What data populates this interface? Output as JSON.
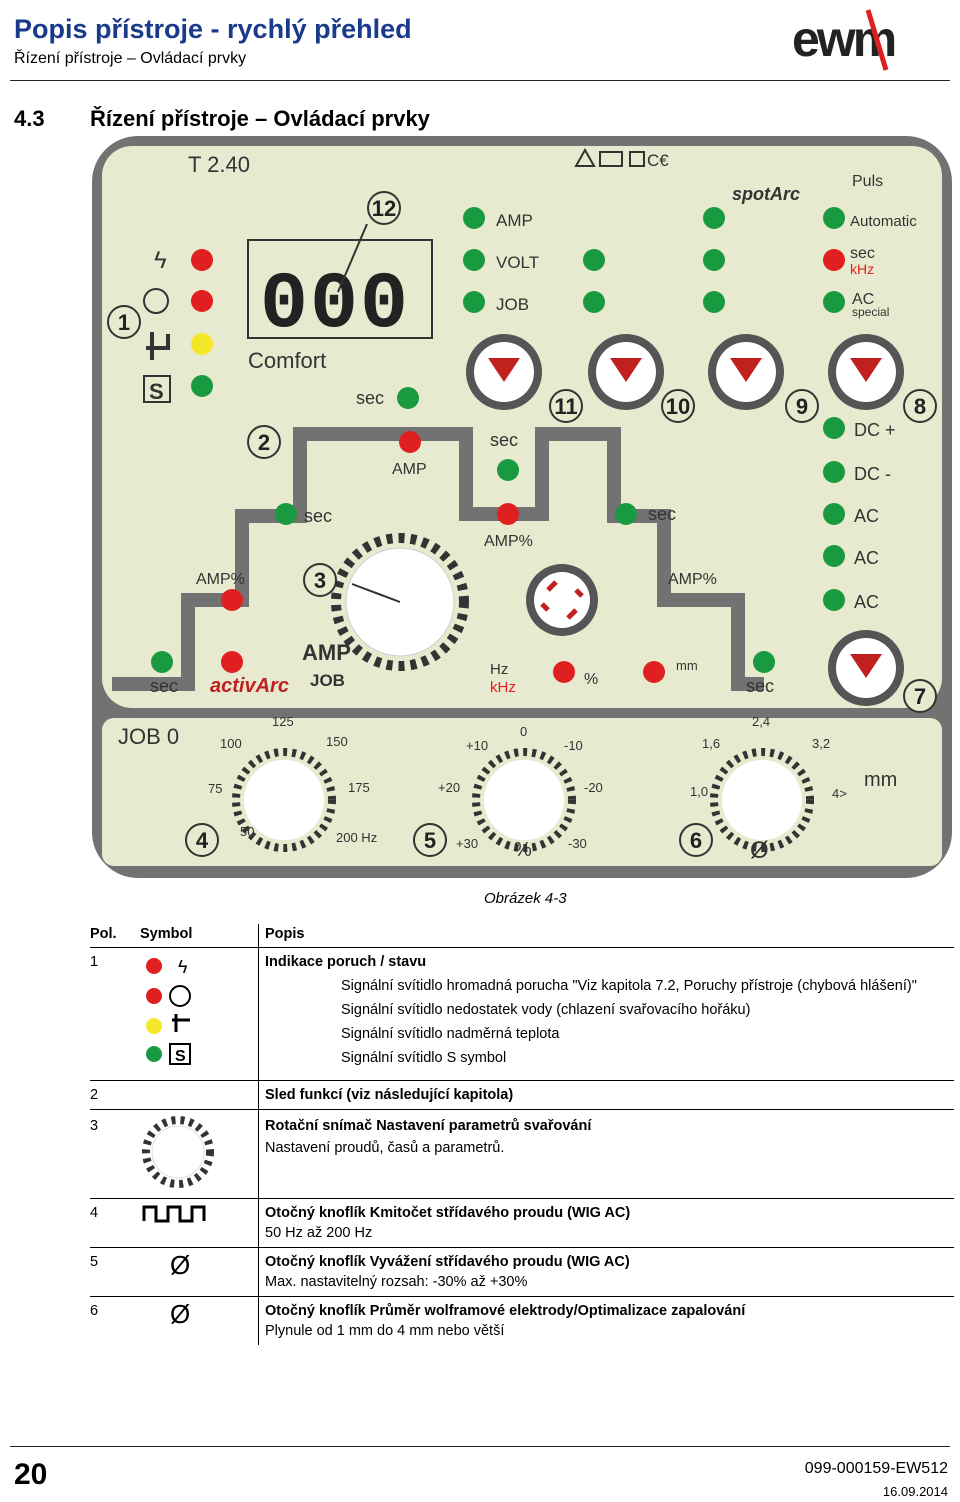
{
  "header": {
    "title": "Popis přístroje - rychlý přehled",
    "subtitle": "Řízení přístroje – Ovládací prvky",
    "logo_text": "ewm"
  },
  "section": {
    "number": "4.3",
    "title": "Řízení přístroje – Ovládací prvky"
  },
  "panel": {
    "model": "T 2.40",
    "display_digits": "000",
    "comfort": "Comfort",
    "callouts": [
      "1",
      "2",
      "3",
      "4",
      "5",
      "6",
      "7",
      "8",
      "9",
      "10",
      "11",
      "12"
    ],
    "labels": {
      "amp": "AMP",
      "volt": "VOLT",
      "job": "JOB",
      "sec": "sec",
      "amp_pct": "AMP%",
      "spotarc": "spotArc",
      "puls": "Puls",
      "automatic": "Automatic",
      "khz": "kHz",
      "ac": "AC",
      "special": "special",
      "dc_plus": "DC +",
      "dc_minus": "DC -",
      "activarc": "activArc",
      "hz": "Hz",
      "pct": "%",
      "mm": "mm",
      "job0": "JOB 0",
      "hz200": "200 Hz",
      "diameter": "Ø",
      "four_gt": "4>"
    },
    "knob4_scale": [
      "50",
      "75",
      "100",
      "125",
      "150",
      "175"
    ],
    "knob5_scale": [
      "+30",
      "+20",
      "+10",
      "0",
      "-10",
      "-20",
      "-30"
    ],
    "knob6_scale": [
      "1,0",
      "1,6",
      "2,4",
      "3,2"
    ],
    "panel_colors": {
      "bg": "#e8ead0",
      "frame": "#6e6e6e",
      "red": "#e02020",
      "green": "#1a9a40",
      "yellow": "#f5e628"
    }
  },
  "caption": "Obrázek 4-3",
  "legend": {
    "headers": {
      "pos": "Pol.",
      "symbol": "Symbol",
      "desc": "Popis"
    },
    "rows": [
      {
        "pos": "1",
        "title": "Indikace poruch / stavu",
        "items": [
          "Signální svítidlo hromadná porucha \"Viz kapitola 7.2, Poruchy přístroje (chybová hlášení)\"",
          "Signální svítidlo nedostatek vody (chlazení svařovacího hořáku)",
          "Signální svítidlo nadměrná teplota",
          "Signální svítidlo S symbol"
        ]
      },
      {
        "pos": "2",
        "title": "Sled funkcí (viz následující kapitola)"
      },
      {
        "pos": "3",
        "title": "Rotační snímač Nastavení parametrů svařování",
        "text": "Nastavení proudů, časů a parametrů."
      },
      {
        "pos": "4",
        "title": "Otočný knoflík Kmitočet střídavého proudu (WIG AC)",
        "text": "50 Hz až 200 Hz"
      },
      {
        "pos": "5",
        "title": "Otočný knoflík Vyvážení střídavého proudu (WIG AC)",
        "text": "Max. nastavitelný rozsah: -30% až +30%"
      },
      {
        "pos": "6",
        "title": "Otočný knoflík Průměr wolframové elektrody/Optimalizace zapalování",
        "text": "Plynule od 1 mm do 4 mm nebo větší"
      }
    ]
  },
  "footer": {
    "page": "20",
    "doc_number": "099-000159-EW512",
    "date": "16.09.2014"
  }
}
